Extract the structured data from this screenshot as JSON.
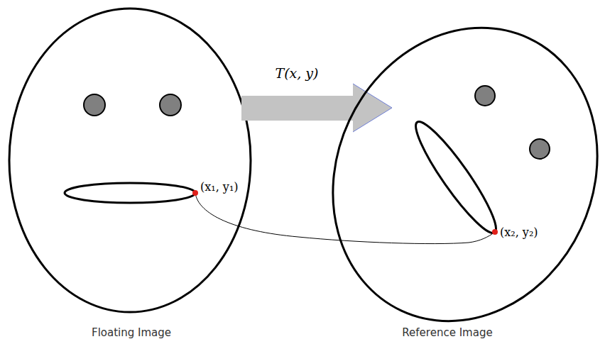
{
  "diagram": {
    "labels": [
      "T(x, y)",
      "(x₁, y₁)",
      "(x₂, y₂)",
      "Floating Image",
      "Reference Image"
    ]
  }
}
